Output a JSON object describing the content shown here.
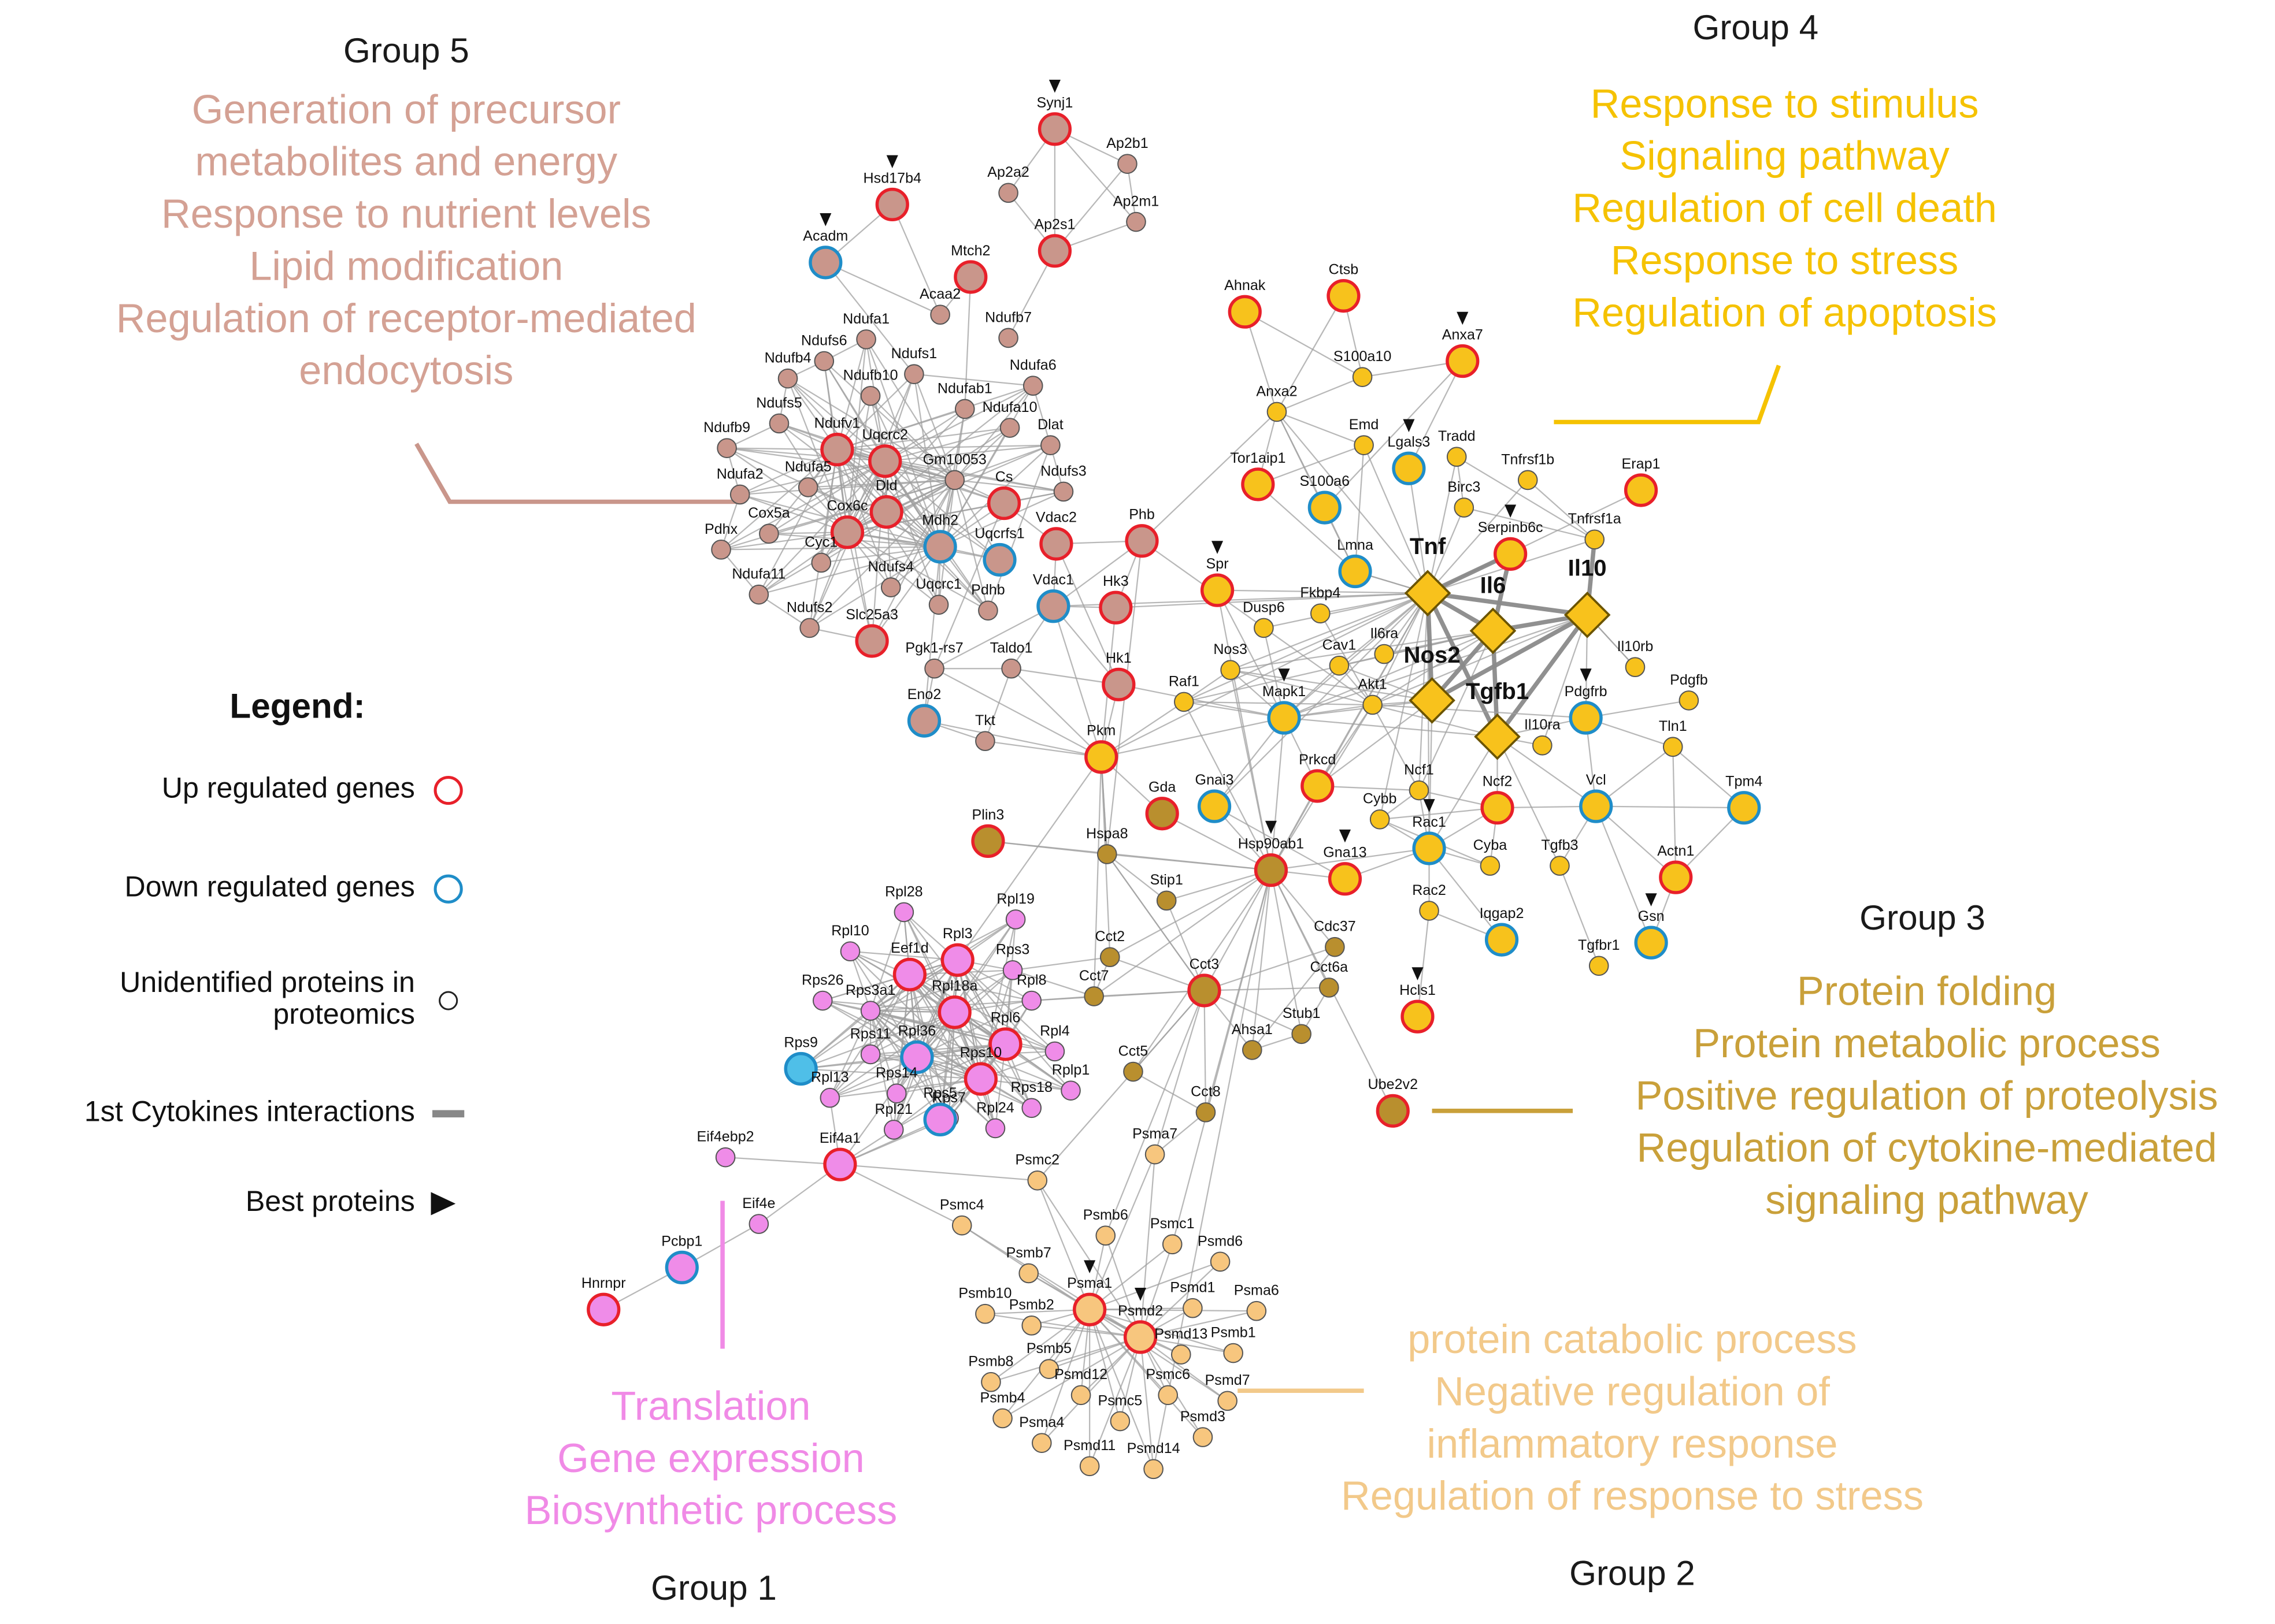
{
  "groups": [
    {
      "id": "g5",
      "title": "Group 5",
      "color": "#d4a194",
      "terms": [
        "Generation of precursor",
        "metabolites and energy",
        "Response to nutrient levels",
        "Lipid modification",
        "Regulation of receptor-mediated",
        "endocytosis"
      ]
    },
    {
      "id": "g4",
      "title": "Group 4",
      "color": "#f5c200",
      "terms": [
        "Response to stimulus",
        "Signaling pathway",
        "Regulation of cell death",
        "Response to stress",
        "Regulation of apoptosis"
      ]
    },
    {
      "id": "g3",
      "title": "Group 3",
      "color": "#c9a03a",
      "terms": [
        "Protein folding",
        "Protein metabolic process",
        "Positive regulation of proteolysis",
        "Regulation of cytokine-mediated",
        "signaling pathway"
      ]
    },
    {
      "id": "g2",
      "title": "Group 2",
      "color": "#f2c98a",
      "terms": [
        "protein catabolic process",
        "Negative regulation of",
        "inflammatory response",
        "Regulation of response to stress"
      ]
    },
    {
      "id": "g1",
      "title": "Group 1",
      "color": "#f08ae6",
      "terms": [
        "Translation",
        "Gene expression",
        "Biosynthetic process"
      ]
    }
  ],
  "legend": {
    "title": "Legend:",
    "items": [
      {
        "label": [
          "Up regulated genes"
        ],
        "marker": "circle",
        "color": "#e8202a"
      },
      {
        "label": [
          "Down regulated genes"
        ],
        "marker": "circle",
        "color": "#1f8dc8"
      },
      {
        "label": [
          "Unidentified proteins in",
          "proteomics"
        ],
        "marker": "circle",
        "color": "#222222"
      },
      {
        "label": [
          "1st Cytokines interactions"
        ],
        "marker": "line",
        "color": "#888888"
      },
      {
        "label": [
          "Best proteins"
        ],
        "marker": "triangle",
        "color": "#111111"
      }
    ]
  },
  "colors": {
    "up": "#e8202a",
    "down": "#1f8dc8",
    "edge": "#a0a0a0",
    "cytokine_edge": "#8a8a8a",
    "g5": "#c9968b",
    "g4": "#f7c21c",
    "g3": "#b98f2e",
    "g2": "#f7c67e",
    "g1": "#ef8ce8",
    "g1_down": "#4fbfe8"
  },
  "nodes": [
    {
      "id": "Synj1",
      "group": "g5",
      "reg": "up",
      "best": true
    },
    {
      "id": "Ap2b1",
      "group": "g5"
    },
    {
      "id": "Ap2a2",
      "group": "g5"
    },
    {
      "id": "Ap2m1",
      "group": "g5"
    },
    {
      "id": "Ap2s1",
      "group": "g5",
      "reg": "up"
    },
    {
      "id": "Hsd17b4",
      "group": "g5",
      "reg": "up",
      "best": true
    },
    {
      "id": "Acadm",
      "group": "g5",
      "reg": "down",
      "best": true
    },
    {
      "id": "Mtch2",
      "group": "g5",
      "reg": "up"
    },
    {
      "id": "Acaa2",
      "group": "g5"
    },
    {
      "id": "Ndufb7",
      "group": "g5"
    },
    {
      "id": "Ndufa1",
      "group": "g5"
    },
    {
      "id": "Ndufs6",
      "group": "g5"
    },
    {
      "id": "Ndufs1",
      "group": "g5"
    },
    {
      "id": "Ndufa6",
      "group": "g5"
    },
    {
      "id": "Ndufb4",
      "group": "g5"
    },
    {
      "id": "Ndufb10",
      "group": "g5"
    },
    {
      "id": "Ndufab1",
      "group": "g5"
    },
    {
      "id": "Ndufs5",
      "group": "g5"
    },
    {
      "id": "Ndufa10",
      "group": "g5"
    },
    {
      "id": "Ndufv1",
      "group": "g5",
      "reg": "up"
    },
    {
      "id": "Uqcrc2",
      "group": "g5",
      "reg": "up"
    },
    {
      "id": "Gm10053",
      "group": "g5"
    },
    {
      "id": "Dlat",
      "group": "g5"
    },
    {
      "id": "Ndufb9",
      "group": "g5"
    },
    {
      "id": "Ndufa2",
      "group": "g5"
    },
    {
      "id": "Ndufa5",
      "group": "g5"
    },
    {
      "id": "Cs",
      "group": "g5",
      "reg": "up"
    },
    {
      "id": "Ndufs3",
      "group": "g5"
    },
    {
      "id": "Dld",
      "group": "g5",
      "reg": "up"
    },
    {
      "id": "Cox5a",
      "group": "g5"
    },
    {
      "id": "Cox6c",
      "group": "g5",
      "reg": "up"
    },
    {
      "id": "Mdh2",
      "group": "g5",
      "reg": "down"
    },
    {
      "id": "Pdhx",
      "group": "g5"
    },
    {
      "id": "Cyc1",
      "group": "g5"
    },
    {
      "id": "Vdac2",
      "group": "g5",
      "reg": "up"
    },
    {
      "id": "Phb",
      "group": "g5",
      "reg": "up"
    },
    {
      "id": "Uqcrfs1",
      "group": "g5",
      "reg": "down"
    },
    {
      "id": "Ndufa11",
      "group": "g5"
    },
    {
      "id": "Ndufs4",
      "group": "g5"
    },
    {
      "id": "Uqcrc1",
      "group": "g5"
    },
    {
      "id": "Pdhb",
      "group": "g5"
    },
    {
      "id": "Vdac1",
      "group": "g5",
      "reg": "down"
    },
    {
      "id": "Hk3",
      "group": "g5",
      "reg": "up"
    },
    {
      "id": "Ndufs2",
      "group": "g5"
    },
    {
      "id": "Slc25a3",
      "group": "g5",
      "reg": "up"
    },
    {
      "id": "Pgk1-rs7",
      "group": "g5"
    },
    {
      "id": "Taldo1",
      "group": "g5"
    },
    {
      "id": "Eno2",
      "group": "g5",
      "reg": "down"
    },
    {
      "id": "Hk1",
      "group": "g5",
      "reg": "up"
    },
    {
      "id": "Tkt",
      "group": "g5"
    },
    {
      "id": "Ahnak",
      "group": "g4",
      "reg": "up"
    },
    {
      "id": "Ctsb",
      "group": "g4",
      "reg": "up"
    },
    {
      "id": "Anxa7",
      "group": "g4",
      "reg": "up",
      "best": true
    },
    {
      "id": "S100a10",
      "group": "g4"
    },
    {
      "id": "Anxa2",
      "group": "g4"
    },
    {
      "id": "Emd",
      "group": "g4"
    },
    {
      "id": "Lgals3",
      "group": "g4",
      "reg": "down",
      "best": true
    },
    {
      "id": "Tradd",
      "group": "g4"
    },
    {
      "id": "Tnfrsf1b",
      "group": "g4"
    },
    {
      "id": "Erap1",
      "group": "g4",
      "reg": "up"
    },
    {
      "id": "Tor1aip1",
      "group": "g4",
      "reg": "up"
    },
    {
      "id": "S100a6",
      "group": "g4",
      "reg": "down"
    },
    {
      "id": "Birc3",
      "group": "g4"
    },
    {
      "id": "Serpinb6c",
      "group": "g4",
      "reg": "up",
      "best": true
    },
    {
      "id": "Tnfrsf1a",
      "group": "g4"
    },
    {
      "id": "Lmna",
      "group": "g4",
      "reg": "down"
    },
    {
      "id": "Tnf",
      "group": "g4",
      "cytokine": true
    },
    {
      "id": "Il6",
      "group": "g4",
      "cytokine": true
    },
    {
      "id": "Il10",
      "group": "g4",
      "cytokine": true
    },
    {
      "id": "Spr",
      "group": "g4",
      "reg": "up",
      "best": true
    },
    {
      "id": "Dusp6",
      "group": "g4"
    },
    {
      "id": "Fkbp4",
      "group": "g4"
    },
    {
      "id": "Il6ra",
      "group": "g4"
    },
    {
      "id": "Nos3",
      "group": "g4"
    },
    {
      "id": "Cav1",
      "group": "g4"
    },
    {
      "id": "Nos2",
      "group": "g4",
      "cytokine": true
    },
    {
      "id": "Il10rb",
      "group": "g4"
    },
    {
      "id": "Pdgfb",
      "group": "g4"
    },
    {
      "id": "Raf1",
      "group": "g4"
    },
    {
      "id": "Mapk1",
      "group": "g4",
      "reg": "down",
      "best": true
    },
    {
      "id": "Akt1",
      "group": "g4"
    },
    {
      "id": "Tgfb1",
      "group": "g4",
      "cytokine": true
    },
    {
      "id": "Pdgfrb",
      "group": "g4",
      "reg": "down",
      "best": true
    },
    {
      "id": "Pkm",
      "group": "g4",
      "reg": "up"
    },
    {
      "id": "Prkcd",
      "group": "g4",
      "reg": "up"
    },
    {
      "id": "Il10ra",
      "group": "g4"
    },
    {
      "id": "Tln1",
      "group": "g4"
    },
    {
      "id": "Gnai3",
      "group": "g4",
      "reg": "down"
    },
    {
      "id": "Ncf1",
      "group": "g4"
    },
    {
      "id": "Cybb",
      "group": "g4"
    },
    {
      "id": "Ncf2",
      "group": "g4",
      "reg": "up"
    },
    {
      "id": "Vcl",
      "group": "g4",
      "reg": "down"
    },
    {
      "id": "Tpm4",
      "group": "g4",
      "reg": "down"
    },
    {
      "id": "Rac1",
      "group": "g4",
      "reg": "down",
      "best": true
    },
    {
      "id": "Gna13",
      "group": "g4",
      "reg": "up",
      "best": true
    },
    {
      "id": "Cyba",
      "group": "g4"
    },
    {
      "id": "Tgfb3",
      "group": "g4"
    },
    {
      "id": "Actn1",
      "group": "g4",
      "reg": "up"
    },
    {
      "id": "Rac2",
      "group": "g4"
    },
    {
      "id": "Iqgap2",
      "group": "g4",
      "reg": "down"
    },
    {
      "id": "Gsn",
      "group": "g4",
      "reg": "down",
      "best": true
    },
    {
      "id": "Tgfbr1",
      "group": "g4"
    },
    {
      "id": "Hcls1",
      "group": "g4",
      "reg": "up",
      "best": true
    },
    {
      "id": "Plin3",
      "group": "g3",
      "reg": "up"
    },
    {
      "id": "Gda",
      "group": "g3",
      "reg": "up"
    },
    {
      "id": "Hspa8",
      "group": "g3"
    },
    {
      "id": "Hsp90ab1",
      "group": "g3",
      "reg": "up",
      "best": true
    },
    {
      "id": "Stip1",
      "group": "g3"
    },
    {
      "id": "Cdc37",
      "group": "g3"
    },
    {
      "id": "Cct2",
      "group": "g3"
    },
    {
      "id": "Cct7",
      "group": "g3"
    },
    {
      "id": "Cct3",
      "group": "g3",
      "reg": "up"
    },
    {
      "id": "Cct6a",
      "group": "g3"
    },
    {
      "id": "Stub1",
      "group": "g3"
    },
    {
      "id": "Ahsa1",
      "group": "g3"
    },
    {
      "id": "Cct5",
      "group": "g3"
    },
    {
      "id": "Cct8",
      "group": "g3"
    },
    {
      "id": "Ube2v2",
      "group": "g3",
      "reg": "up"
    },
    {
      "id": "Psma7",
      "group": "g2"
    },
    {
      "id": "Psmc2",
      "group": "g2"
    },
    {
      "id": "Psmc4",
      "group": "g2"
    },
    {
      "id": "Psmb6",
      "group": "g2"
    },
    {
      "id": "Psmc1",
      "group": "g2"
    },
    {
      "id": "Psmd6",
      "group": "g2"
    },
    {
      "id": "Psmb7",
      "group": "g2"
    },
    {
      "id": "Psma1",
      "group": "g2",
      "reg": "up",
      "best": true
    },
    {
      "id": "Psmd1",
      "group": "g2"
    },
    {
      "id": "Psma6",
      "group": "g2"
    },
    {
      "id": "Psmb10",
      "group": "g2"
    },
    {
      "id": "Psmb2",
      "group": "g2"
    },
    {
      "id": "Psmd2",
      "group": "g2",
      "reg": "up",
      "best": true
    },
    {
      "id": "Psmd13",
      "group": "g2"
    },
    {
      "id": "Psmb1",
      "group": "g2"
    },
    {
      "id": "Psmb5",
      "group": "g2"
    },
    {
      "id": "Psmb8",
      "group": "g2"
    },
    {
      "id": "Psmd12",
      "group": "g2"
    },
    {
      "id": "Psmc6",
      "group": "g2"
    },
    {
      "id": "Psmd7",
      "group": "g2"
    },
    {
      "id": "Psmb4",
      "group": "g2"
    },
    {
      "id": "Psmc5",
      "group": "g2"
    },
    {
      "id": "Psmd3",
      "group": "g2"
    },
    {
      "id": "Psma4",
      "group": "g2"
    },
    {
      "id": "Psmd11",
      "group": "g2"
    },
    {
      "id": "Psmd14",
      "group": "g2"
    },
    {
      "id": "Rpl28",
      "group": "g1"
    },
    {
      "id": "Rpl19",
      "group": "g1"
    },
    {
      "id": "Rpl10",
      "group": "g1"
    },
    {
      "id": "Rpl3",
      "group": "g1",
      "reg": "up"
    },
    {
      "id": "Eef1d",
      "group": "g1",
      "reg": "up"
    },
    {
      "id": "Rps3",
      "group": "g1"
    },
    {
      "id": "Rps26",
      "group": "g1"
    },
    {
      "id": "Rps3a1",
      "group": "g1"
    },
    {
      "id": "Rpl18a",
      "group": "g1",
      "reg": "up"
    },
    {
      "id": "Rpl8",
      "group": "g1"
    },
    {
      "id": "Rpl36",
      "group": "g1",
      "reg": "down"
    },
    {
      "id": "Rpl6",
      "group": "g1",
      "reg": "up"
    },
    {
      "id": "Rps9",
      "group": "g1",
      "reg": "down"
    },
    {
      "id": "Rps11",
      "group": "g1"
    },
    {
      "id": "Rpl4",
      "group": "g1"
    },
    {
      "id": "Rps10",
      "group": "g1",
      "reg": "up"
    },
    {
      "id": "Rpl13",
      "group": "g1"
    },
    {
      "id": "Rps14",
      "group": "g1"
    },
    {
      "id": "Rplp1",
      "group": "g1"
    },
    {
      "id": "Rps7",
      "group": "g1"
    },
    {
      "id": "Rps18",
      "group": "g1"
    },
    {
      "id": "Rpl21",
      "group": "g1"
    },
    {
      "id": "Rps5",
      "group": "g1",
      "reg": "down"
    },
    {
      "id": "Rpl24",
      "group": "g1"
    },
    {
      "id": "Eif4ebp2",
      "group": "g1"
    },
    {
      "id": "Eif4a1",
      "group": "g1",
      "reg": "up"
    },
    {
      "id": "Eif4e",
      "group": "g1"
    },
    {
      "id": "Pcbp1",
      "group": "g1",
      "reg": "down"
    },
    {
      "id": "Hnrnpr",
      "group": "g1",
      "reg": "up"
    }
  ]
}
